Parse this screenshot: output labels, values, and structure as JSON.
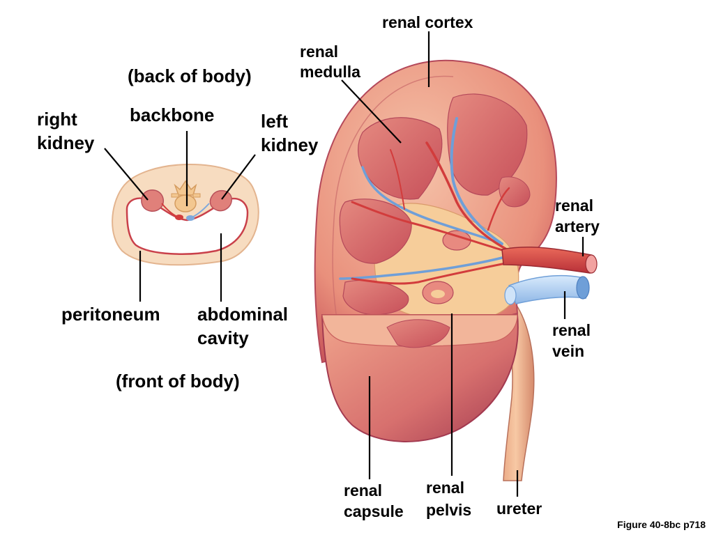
{
  "cross_section": {
    "orientation_top": "(back of body)",
    "orientation_bottom": "(front of body)",
    "labels": {
      "backbone": "backbone",
      "right_kidney_l1": "right",
      "right_kidney_l2": "kidney",
      "left_kidney_l1": "left",
      "left_kidney_l2": "kidney",
      "peritoneum": "peritoneum",
      "abdominal_cavity_l1": "abdominal",
      "abdominal_cavity_l2": "cavity"
    }
  },
  "kidney": {
    "labels": {
      "renal_cortex": "renal cortex",
      "renal_medulla_l1": "renal",
      "renal_medulla_l2": "medulla",
      "renal_artery_l1": "renal",
      "renal_artery_l2": "artery",
      "renal_vein_l1": "renal",
      "renal_vein_l2": "vein",
      "renal_capsule_l1": "renal",
      "renal_capsule_l2": "capsule",
      "renal_pelvis_l1": "renal",
      "renal_pelvis_l2": "pelvis",
      "ureter": "ureter"
    }
  },
  "caption": "Figure 40-8bc p718"
}
